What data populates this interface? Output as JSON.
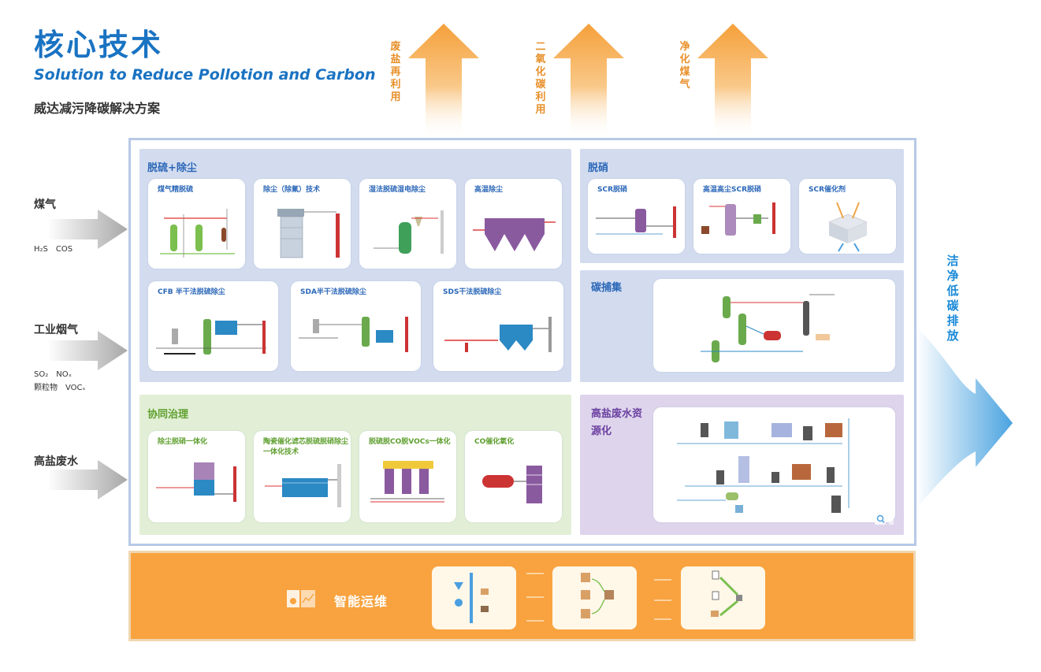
{
  "header": {
    "title": "核心技术",
    "subtitle_en": "Solution to Reduce Pollotion and Carbon",
    "subtitle_cn": "威达减污降碳解决方案"
  },
  "outputs": [
    "废盐再利用",
    "二氧化碳利用",
    "净化煤气"
  ],
  "inputs": [
    {
      "label": "煤气",
      "sub": [
        "H₂S　COS"
      ]
    },
    {
      "label": "工业烟气",
      "sub": [
        "SO₂　NOₓ",
        "颗粒物　VOCₛ"
      ]
    },
    {
      "label": "高盐废水",
      "sub": []
    }
  ],
  "right_output": "洁净低碳排放",
  "sections": {
    "desulf": {
      "title": "脱硫+除尘",
      "cards": [
        "煤气精脱硫",
        "除尘（除氟）技术",
        "湿法脱硫湿电除尘",
        "高温除尘",
        "CFB 半干法脱硫除尘",
        "SDA半干法脱硫除尘",
        "SDS干法脱硫除尘"
      ]
    },
    "denox": {
      "title": "脱硝",
      "cards": [
        "SCR脱硝",
        "高温高尘SCR脱硝",
        "SCR催化剂"
      ]
    },
    "carbon": {
      "title": "碳捕集"
    },
    "synergy": {
      "title": "协同治理",
      "cards": [
        "除尘脱硝一体化",
        "陶瓷催化滤芯脱硫脱硝除尘一体化技术",
        "脱硫脱CO脱VOCs一体化",
        "CO催化氧化"
      ]
    },
    "brine": {
      "title": "高盐废水资源化"
    }
  },
  "ops": {
    "title": "智能运维"
  },
  "colors": {
    "primary_blue": "#1a73c2",
    "arrow_orange": "#f8a33f",
    "panel_blue": "#d3dcef",
    "panel_green": "#e2efd6",
    "panel_purple": "#ded5ec",
    "ops_orange": "#f8a33f"
  }
}
